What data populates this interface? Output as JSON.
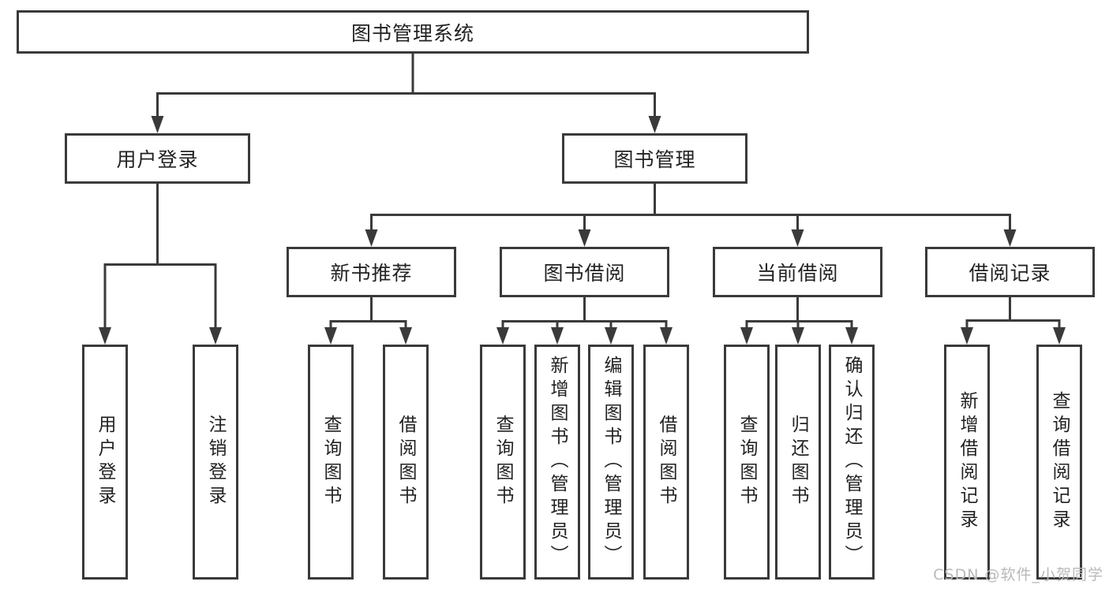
{
  "diagram": {
    "title": "图书管理系统",
    "branches": [
      {
        "label": "用户登录",
        "children": [
          {
            "label": "用户登录"
          },
          {
            "label": "注销登录"
          }
        ]
      },
      {
        "label": "图书管理",
        "children": [
          {
            "label": "新书推荐",
            "children": [
              {
                "label": "查询图书"
              },
              {
                "label": "借阅图书"
              }
            ]
          },
          {
            "label": "图书借阅",
            "children": [
              {
                "label": "查询图书"
              },
              {
                "label": "新增图书（管理员）"
              },
              {
                "label": "编辑图书（管理员）"
              },
              {
                "label": "借阅图书"
              }
            ]
          },
          {
            "label": "当前借阅",
            "children": [
              {
                "label": "查询图书"
              },
              {
                "label": "归还图书"
              },
              {
                "label": "确认归还（管理员）"
              }
            ]
          },
          {
            "label": "借阅记录",
            "children": [
              {
                "label": "新增借阅记录"
              },
              {
                "label": "查询借阅记录"
              }
            ]
          }
        ]
      }
    ]
  },
  "watermark": {
    "text": "CSDN @软件_小贺同学"
  },
  "colors": {
    "line": "#3a3a3a",
    "box_border": "#3a3a3a",
    "text": "#222222",
    "watermark": "#b9b9b9",
    "background": "#ffffff"
  }
}
